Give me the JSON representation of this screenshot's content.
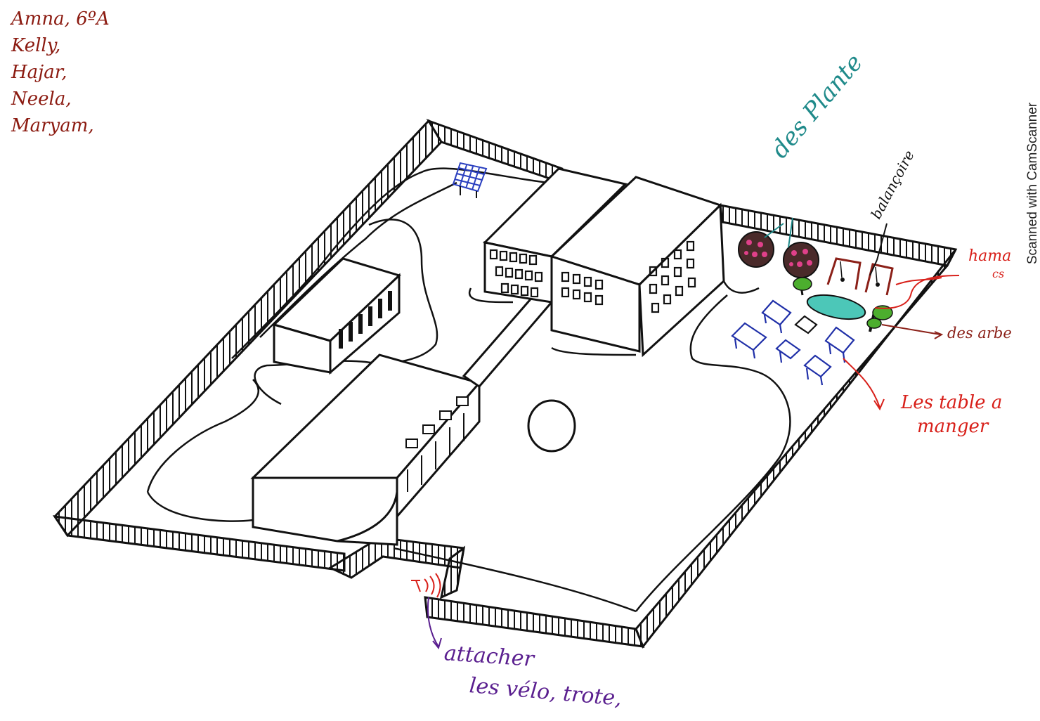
{
  "authors": [
    "Amna, 6ºA",
    "Kelly,",
    "Hajar,",
    "Neela,",
    "Maryam,"
  ],
  "labels": {
    "plants": "des Plante",
    "swing": "balançoire",
    "hammocks_line1": "hama",
    "hammocks_line2": "cs",
    "trees": "des arbe",
    "tables_line1": "Les table a",
    "tables_line2": "manger",
    "bikes_line1": "attacher",
    "bikes_line2": "les vélo, trote,"
  },
  "scanner_watermark": "Scanned with CamScanner",
  "colors": {
    "ink": "#111111",
    "authors": "#8b1a10",
    "plants_label": "#1f8a8a",
    "red_labels": "#d8201a",
    "trees_label": "#8b2018",
    "bikes_label": "#5a1f8f",
    "tables": "#1f2fa8",
    "pond": "#4cc7b8",
    "foliage": "#4cae2e",
    "flower_tree": "#4a2a2a",
    "blossom": "#e0408a",
    "swing": "#8b2018"
  }
}
